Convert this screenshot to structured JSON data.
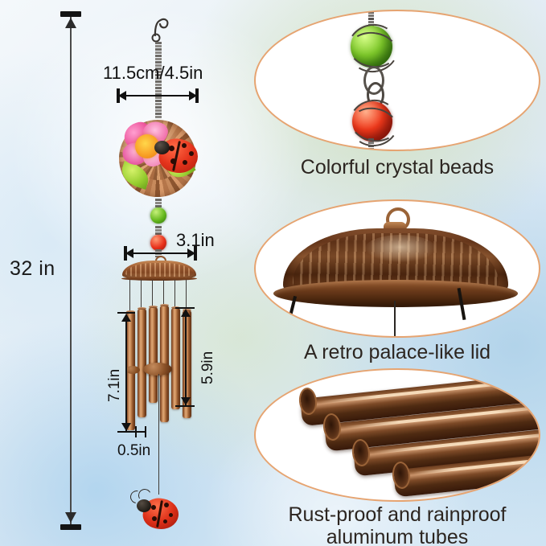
{
  "page": {
    "title": "Wind chime product dimensions and feature highlights",
    "accent_border": "#e6a471",
    "text_color": "#2c2520"
  },
  "dimensions": {
    "total_height": "32 in",
    "ornament_width": "11.5cm/4.5in",
    "lid_width": "3.1in",
    "long_tube_length": "7.1in",
    "short_tube_length": "5.9in",
    "tube_diameter": "0.5in"
  },
  "features": [
    {
      "id": "beads",
      "caption": "Colorful crystal beads",
      "art": {
        "bead_top_color": "#66b81f",
        "bead_bottom_color": "#e8301a"
      }
    },
    {
      "id": "lid",
      "caption": "A retro palace-like lid",
      "art": {
        "finish_color": "#8a5430"
      }
    },
    {
      "id": "tubes",
      "caption_line1": "Rust-proof and rainproof",
      "caption_line2": "aluminum tubes",
      "art": {
        "tube_color": "#7d4a27"
      }
    }
  ],
  "product": {
    "hook": "s-hook",
    "ornament": "flower-and-ladybug-medallion",
    "bottom_catcher": "ladybug-wind-catcher",
    "tube_count": 6
  }
}
